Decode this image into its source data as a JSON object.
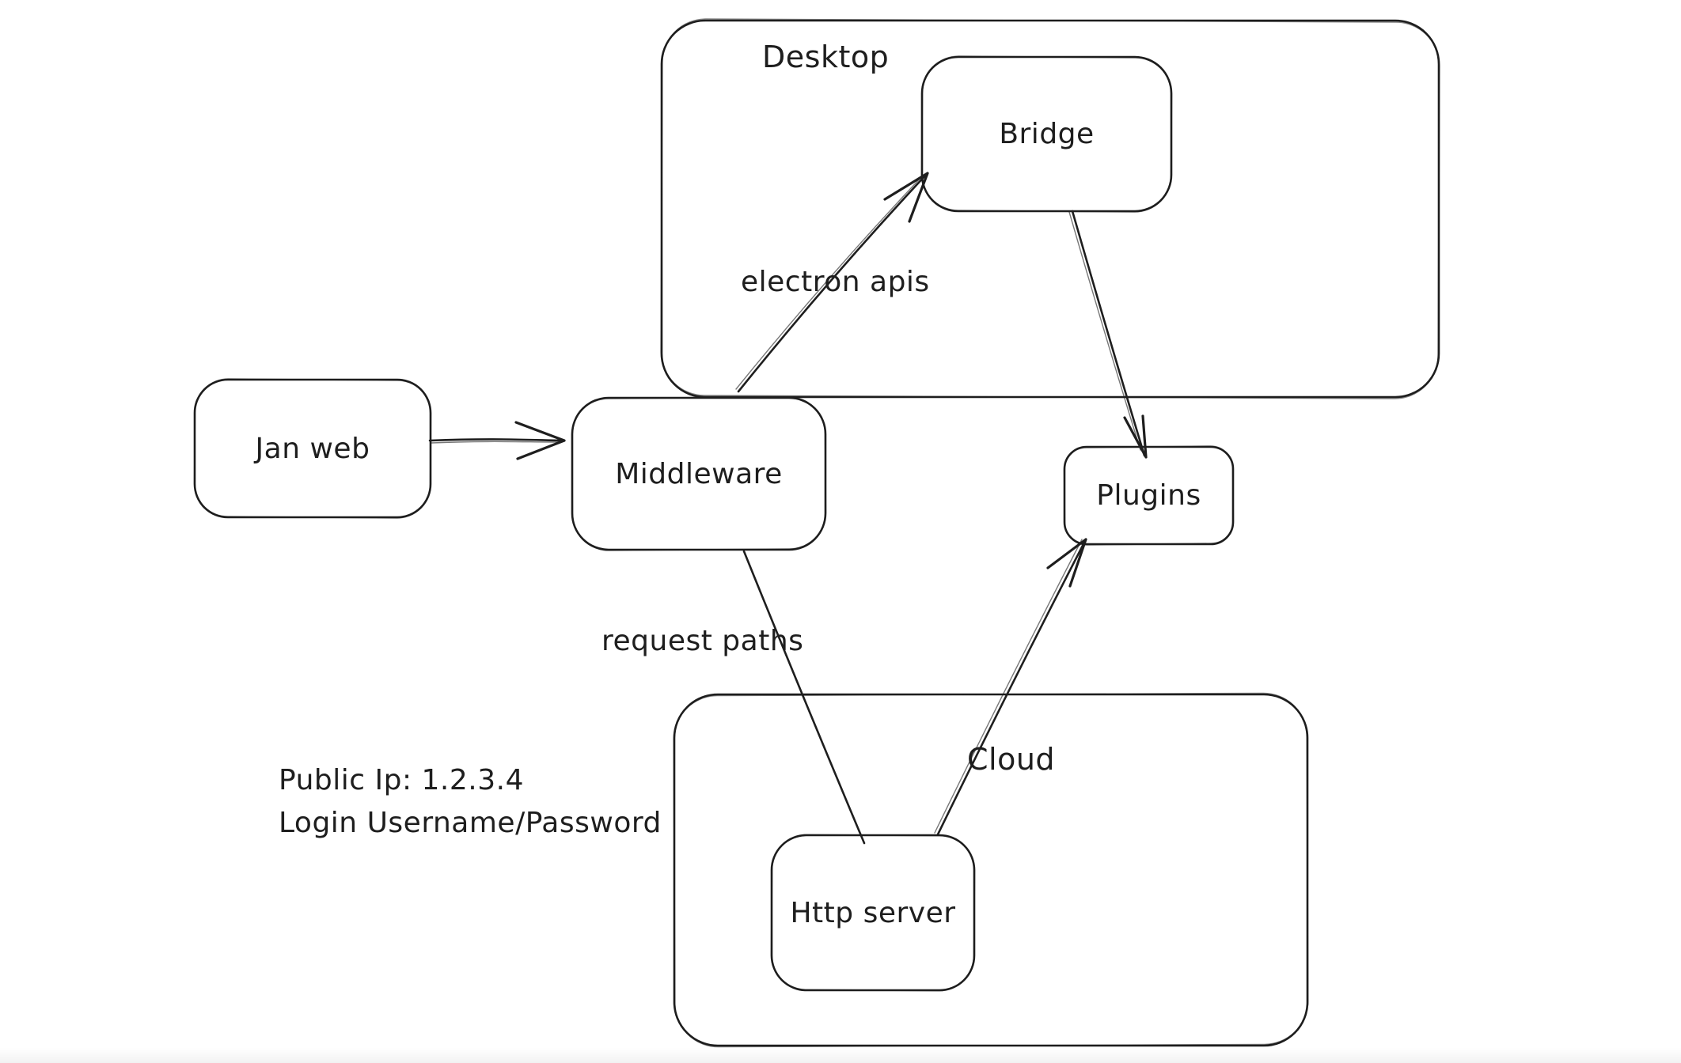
{
  "canvas": {
    "background": "#ffffff",
    "ink": "#1e1e1e"
  },
  "containers": {
    "desktop": {
      "label": "Desktop"
    },
    "cloud": {
      "label": "Cloud"
    }
  },
  "nodes": {
    "jan_web": {
      "label": "Jan web"
    },
    "middleware": {
      "label": "Middleware"
    },
    "bridge": {
      "label": "Bridge"
    },
    "plugins": {
      "label": "Plugins"
    },
    "http_server": {
      "label": "Http server"
    }
  },
  "edges": {
    "jan_web_to_middleware": {
      "from": "Jan web",
      "to": "Middleware",
      "label": "",
      "arrow": true
    },
    "middleware_to_bridge": {
      "from": "Middleware",
      "to": "Bridge",
      "label": "electron apis",
      "arrow": true
    },
    "bridge_to_plugins": {
      "from": "Bridge",
      "to": "Plugins",
      "label": "",
      "arrow": true
    },
    "middleware_to_http_server": {
      "from": "Middleware",
      "to": "Http server",
      "label": "request paths",
      "arrow": false
    },
    "http_server_to_plugins": {
      "from": "Http server",
      "to": "Plugins",
      "label": "",
      "arrow": true
    }
  },
  "annotation": {
    "line1": "Public Ip: 1.2.3.4",
    "line2": "Login Username/Password"
  }
}
